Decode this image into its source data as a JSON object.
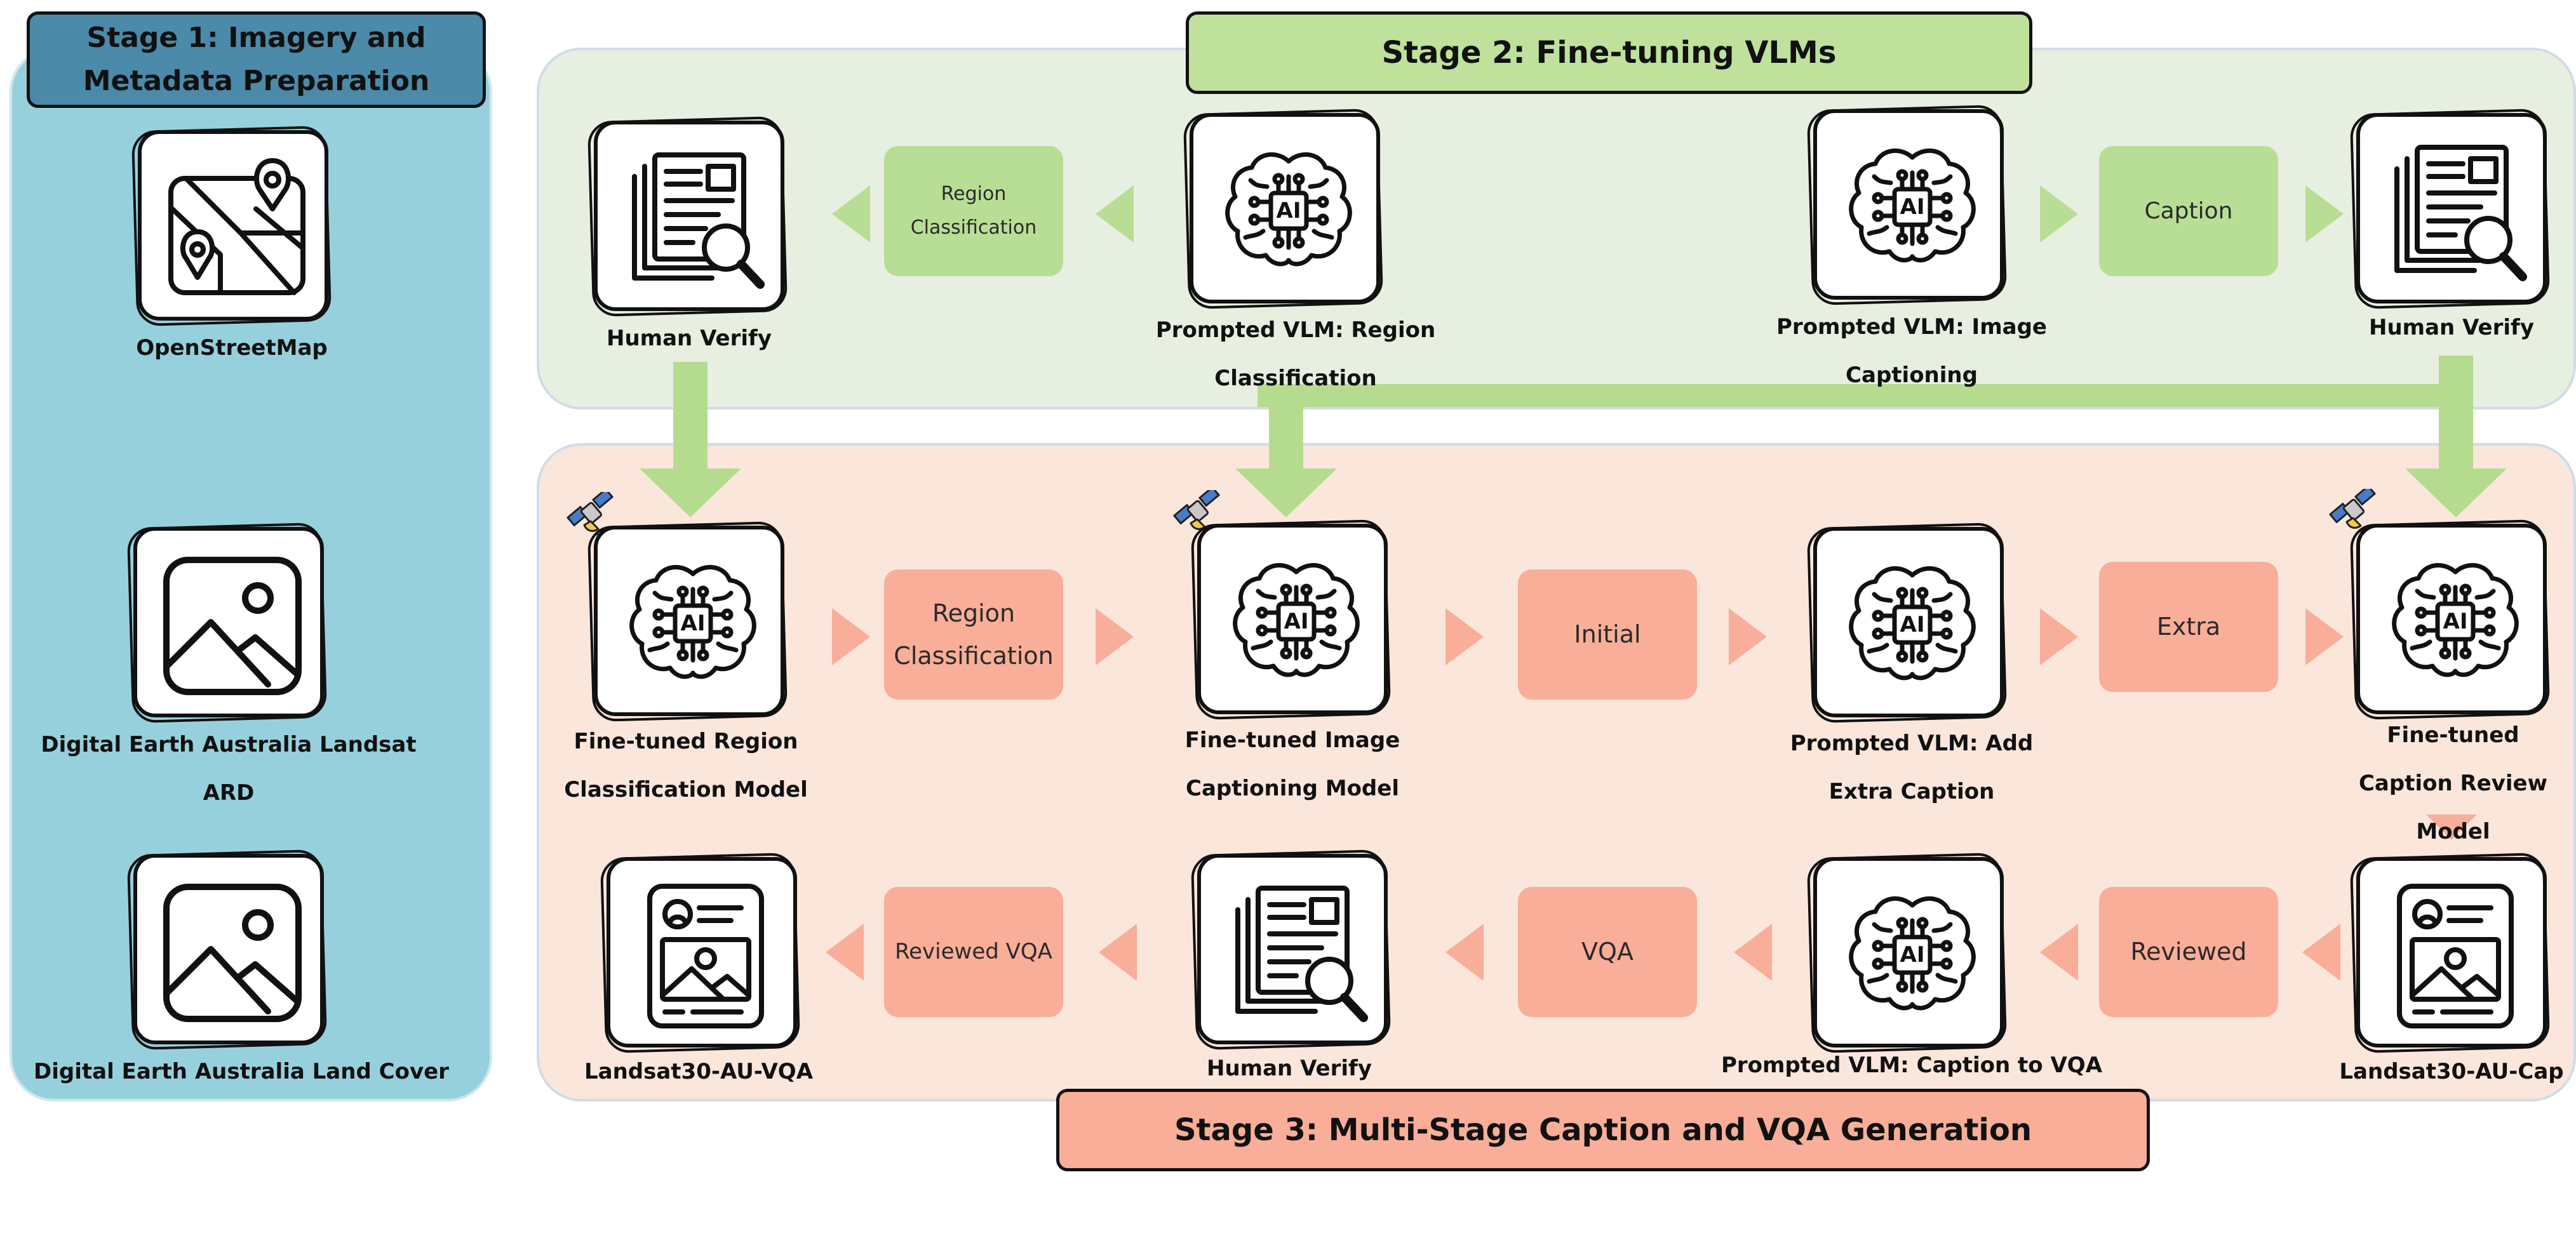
{
  "stage1": {
    "title": "Stage 1: Imagery and Metadata Preparation",
    "sources": [
      {
        "label": "OpenStreetMap",
        "icon": "map-pins-icon"
      },
      {
        "label": "Digital Earth Australia Landsat ARD",
        "icon": "image-icon"
      },
      {
        "label": "Digital Earth Australia Land Cover",
        "icon": "image-icon"
      }
    ]
  },
  "stage2": {
    "title": "Stage 2: Fine-tuning VLMs",
    "nodes": {
      "verify_left": "Human Verify",
      "vlm_region": "Prompted VLM: Region Classification",
      "vlm_caption": "Prompted VLM: Image Captioning",
      "verify_right": "Human Verify"
    },
    "boxes": {
      "region": "Region Classification",
      "caption": "Caption"
    }
  },
  "stage3": {
    "title": "Stage 3: Multi-Stage Caption and VQA Generation",
    "row1": {
      "model_region": "Fine-tuned Region Classification Model",
      "model_caption": "Fine-tuned Image Captioning Model",
      "vlm_extra": "Prompted VLM: Add Extra Caption",
      "model_review": "Fine-tuned Caption Review Model",
      "box_region": "Region Classification",
      "box_initial": "Initial",
      "box_extra": "Extra"
    },
    "row2": {
      "dataset_vqa": "Landsat30-AU-VQA",
      "human_verify": "Human Verify",
      "vlm_vqa": "Prompted VLM: Caption to VQA",
      "dataset_cap": "Landsat30-AU-Cap",
      "box_reviewed_vqa": "Reviewed VQA",
      "box_vqa": "VQA",
      "box_reviewed": "Reviewed"
    }
  },
  "colors": {
    "stage1_panel": "#97d0dd",
    "stage1_title": "#4b8aa8",
    "stage2_panel": "#e7efe0",
    "stage2_accent": "#bfe19c",
    "stage3_panel": "#fbe6dc",
    "stage3_accent": "#f8ae98"
  }
}
